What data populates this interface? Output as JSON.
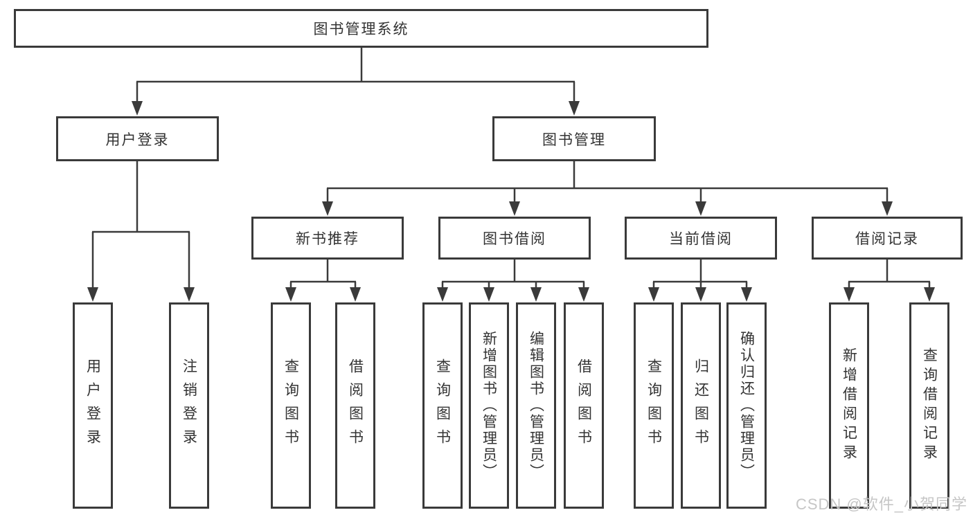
{
  "diagram": {
    "title": "图书管理系统",
    "root": {
      "label": "图书管理系统"
    },
    "level2": [
      {
        "label": "用户登录"
      },
      {
        "label": "图书管理"
      }
    ],
    "level3": [
      {
        "label": "新书推荐"
      },
      {
        "label": "图书借阅"
      },
      {
        "label": "当前借阅"
      },
      {
        "label": "借阅记录"
      }
    ],
    "leaves": {
      "user_login": [
        "用户登录",
        "注销登录"
      ],
      "new_books": [
        "查询图书",
        "借阅图书"
      ],
      "book_borrow": [
        "查询图书",
        "新增图书（管理员）",
        "编辑图书（管理员）",
        "借阅图书"
      ],
      "current_borrow": [
        "查询图书",
        "归还图书",
        "确认归还（管理员）"
      ],
      "borrow_records": [
        "新增借阅记录",
        "查询借阅记录"
      ]
    }
  },
  "watermark": "CSDN @软件_小贺同学",
  "colors": {
    "stroke": "#3a3a3a",
    "text": "#333333",
    "watermark": "#c6c6c6",
    "background": "#ffffff"
  }
}
